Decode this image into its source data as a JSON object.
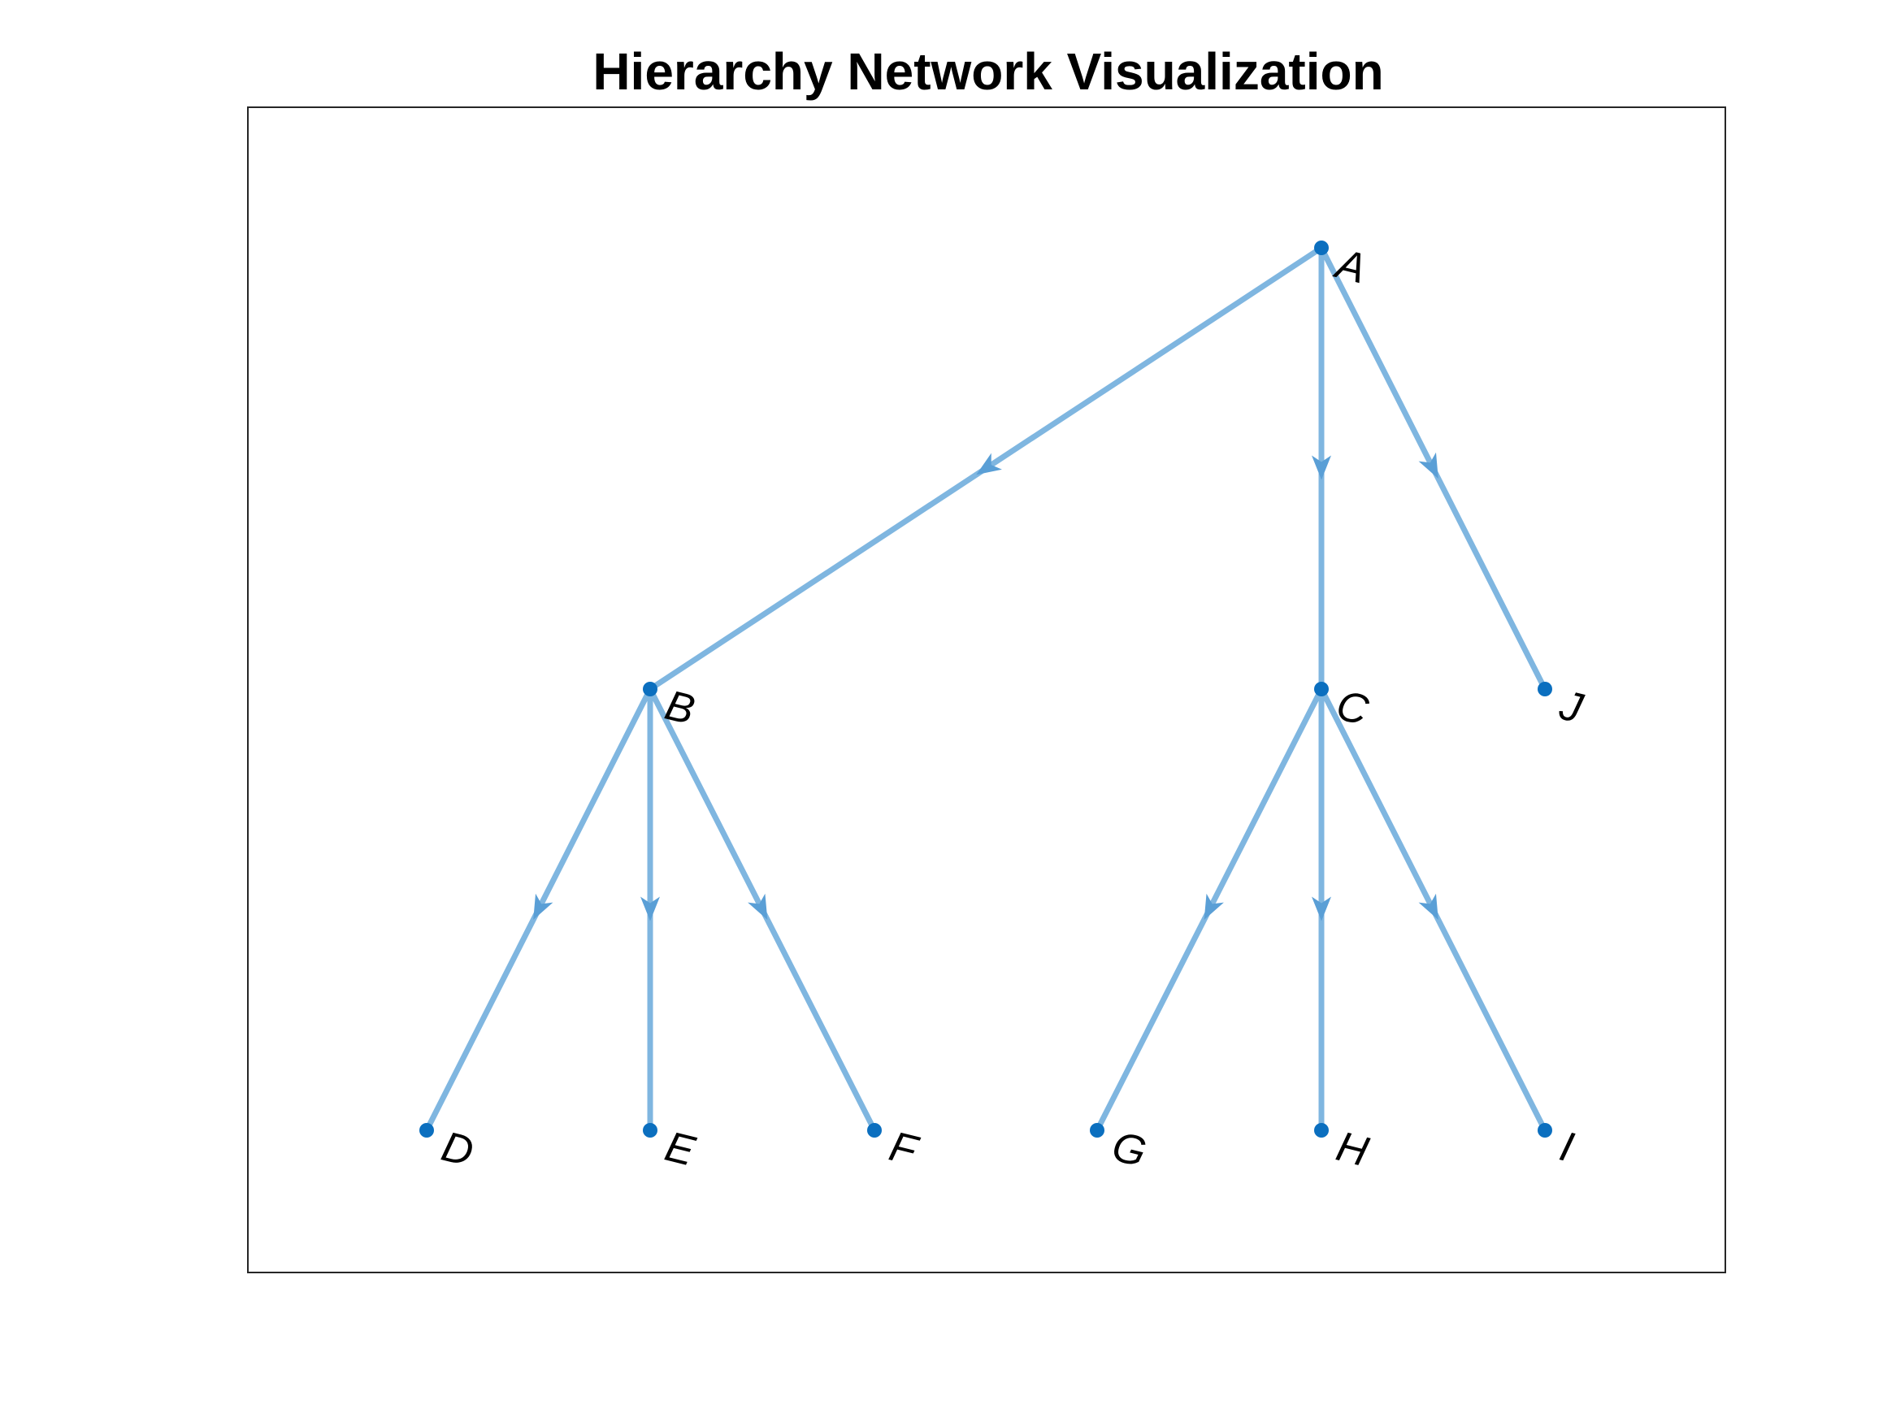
{
  "title": "Hierarchy Network Visualization",
  "colors": {
    "edge": "#7fb6e0",
    "arrow": "#5a9fd6",
    "node": "#0b6fbf",
    "axes_box": "#262626",
    "background": "#ffffff"
  },
  "chart_data": {
    "type": "graph",
    "layout": "layered",
    "directed": true,
    "nodes": [
      {
        "id": "A",
        "label": "A"
      },
      {
        "id": "B",
        "label": "B"
      },
      {
        "id": "C",
        "label": "C"
      },
      {
        "id": "J",
        "label": "J"
      },
      {
        "id": "D",
        "label": "D"
      },
      {
        "id": "E",
        "label": "E"
      },
      {
        "id": "F",
        "label": "F"
      },
      {
        "id": "G",
        "label": "G"
      },
      {
        "id": "H",
        "label": "H"
      },
      {
        "id": "I",
        "label": "I"
      }
    ],
    "edges": [
      {
        "source": "A",
        "target": "B"
      },
      {
        "source": "A",
        "target": "C"
      },
      {
        "source": "A",
        "target": "J"
      },
      {
        "source": "B",
        "target": "D"
      },
      {
        "source": "B",
        "target": "E"
      },
      {
        "source": "B",
        "target": "F"
      },
      {
        "source": "C",
        "target": "G"
      },
      {
        "source": "C",
        "target": "H"
      },
      {
        "source": "C",
        "target": "I"
      }
    ],
    "legend": false,
    "grid": false
  }
}
